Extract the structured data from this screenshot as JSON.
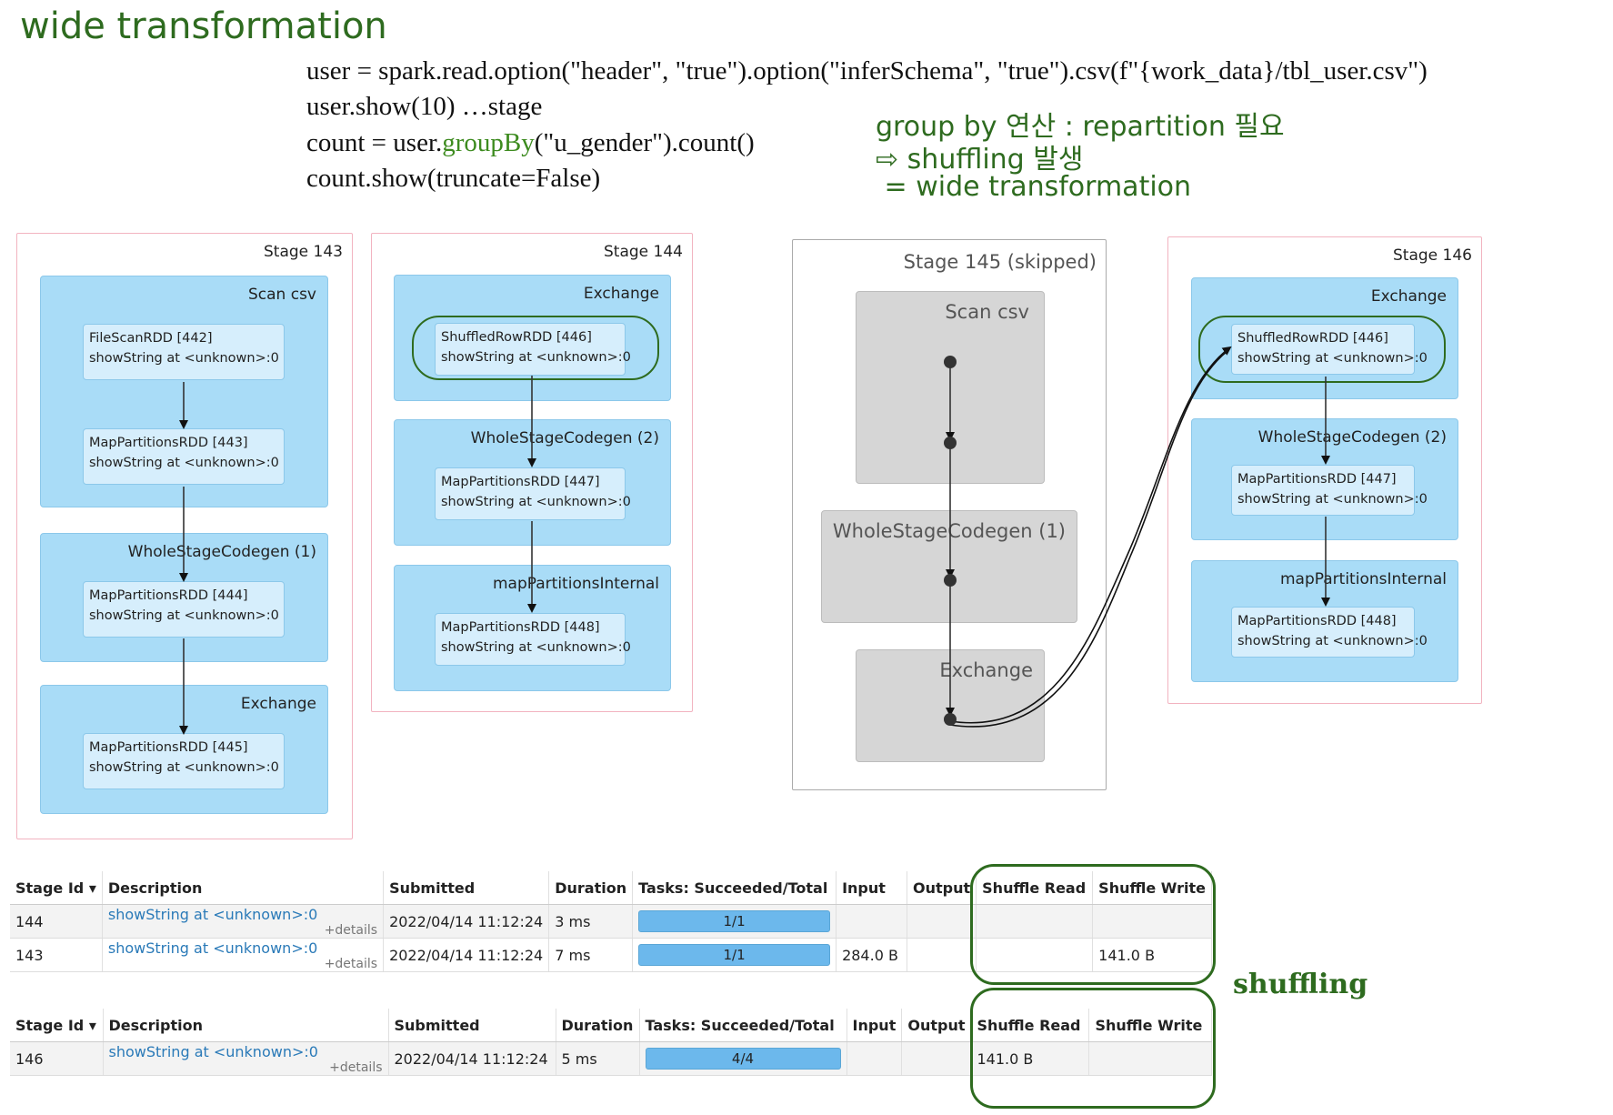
{
  "heading": "wide transformation",
  "code_lines": [
    {
      "pre": "user = spark.read.option(\"header\", \"true\").option(\"inferSchema\", \"true\").csv(f\"{work_data}/tbl_user.csv\")",
      "kw": "",
      "post": ""
    },
    {
      "pre": "user.show(10) …stage",
      "kw": "",
      "post": ""
    },
    {
      "pre": "count = user.",
      "kw": "groupBy",
      "post": "(\"u_gender\").count()"
    },
    {
      "pre": "count.show(truncate=False)",
      "kw": "",
      "post": ""
    }
  ],
  "annotation": {
    "line1": "group by 연산 : repartition 필요",
    "line2": "⇨ shuffling 발생",
    "line3": " = wide transformation",
    "shuffling_label": "shuffling"
  },
  "stages": {
    "s143": {
      "title": "Stage 143",
      "clusters": [
        {
          "label": "Scan csv",
          "nodes": [
            {
              "l1": "FileScanRDD [442]",
              "l2": "showString at <unknown>:0"
            },
            {
              "l1": "MapPartitionsRDD [443]",
              "l2": "showString at <unknown>:0"
            }
          ]
        },
        {
          "label": "WholeStageCodegen (1)",
          "nodes": [
            {
              "l1": "MapPartitionsRDD [444]",
              "l2": "showString at <unknown>:0"
            }
          ]
        },
        {
          "label": "Exchange",
          "nodes": [
            {
              "l1": "MapPartitionsRDD [445]",
              "l2": "showString at <unknown>:0"
            }
          ]
        }
      ]
    },
    "s144": {
      "title": "Stage 144",
      "clusters": [
        {
          "label": "Exchange",
          "nodes": [
            {
              "l1": "ShuffledRowRDD [446]",
              "l2": "showString at <unknown>:0"
            }
          ]
        },
        {
          "label": "WholeStageCodegen (2)",
          "nodes": [
            {
              "l1": "MapPartitionsRDD [447]",
              "l2": "showString at <unknown>:0"
            }
          ]
        },
        {
          "label": "mapPartitionsInternal",
          "nodes": [
            {
              "l1": "MapPartitionsRDD [448]",
              "l2": "showString at <unknown>:0"
            }
          ]
        }
      ]
    },
    "s145": {
      "title": "Stage 145 (skipped)",
      "clusters": [
        {
          "label": "Scan csv"
        },
        {
          "label": "WholeStageCodegen (1)"
        },
        {
          "label": "Exchange"
        }
      ]
    },
    "s146": {
      "title": "Stage 146",
      "clusters": [
        {
          "label": "Exchange",
          "nodes": [
            {
              "l1": "ShuffledRowRDD [446]",
              "l2": "showString at <unknown>:0"
            }
          ]
        },
        {
          "label": "WholeStageCodegen (2)",
          "nodes": [
            {
              "l1": "MapPartitionsRDD [447]",
              "l2": "showString at <unknown>:0"
            }
          ]
        },
        {
          "label": "mapPartitionsInternal",
          "nodes": [
            {
              "l1": "MapPartitionsRDD [448]",
              "l2": "showString at <unknown>:0"
            }
          ]
        }
      ]
    }
  },
  "table_headers": [
    "Stage Id ▾",
    "Description",
    "Submitted",
    "Duration",
    "Tasks: Succeeded/Total",
    "Input",
    "Output",
    "Shuffle Read",
    "Shuffle Write"
  ],
  "details_label": "+details",
  "table1_rows": [
    {
      "id": "144",
      "desc": "showString at <unknown>:0",
      "submitted": "2022/04/14 11:12:24",
      "duration": "3 ms",
      "tasks": "1/1",
      "tasks_fraction": 1.0,
      "input": "",
      "output": "",
      "shuffle_read": "",
      "shuffle_write": ""
    },
    {
      "id": "143",
      "desc": "showString at <unknown>:0",
      "submitted": "2022/04/14 11:12:24",
      "duration": "7 ms",
      "tasks": "1/1",
      "tasks_fraction": 1.0,
      "input": "284.0 B",
      "output": "",
      "shuffle_read": "",
      "shuffle_write": "141.0 B"
    }
  ],
  "table2_rows": [
    {
      "id": "146",
      "desc": "showString at <unknown>:0",
      "submitted": "2022/04/14 11:12:24",
      "duration": "5 ms",
      "tasks": "4/4",
      "tasks_fraction": 1.0,
      "input": "",
      "output": "",
      "shuffle_read": "141.0 B",
      "shuffle_write": ""
    }
  ]
}
